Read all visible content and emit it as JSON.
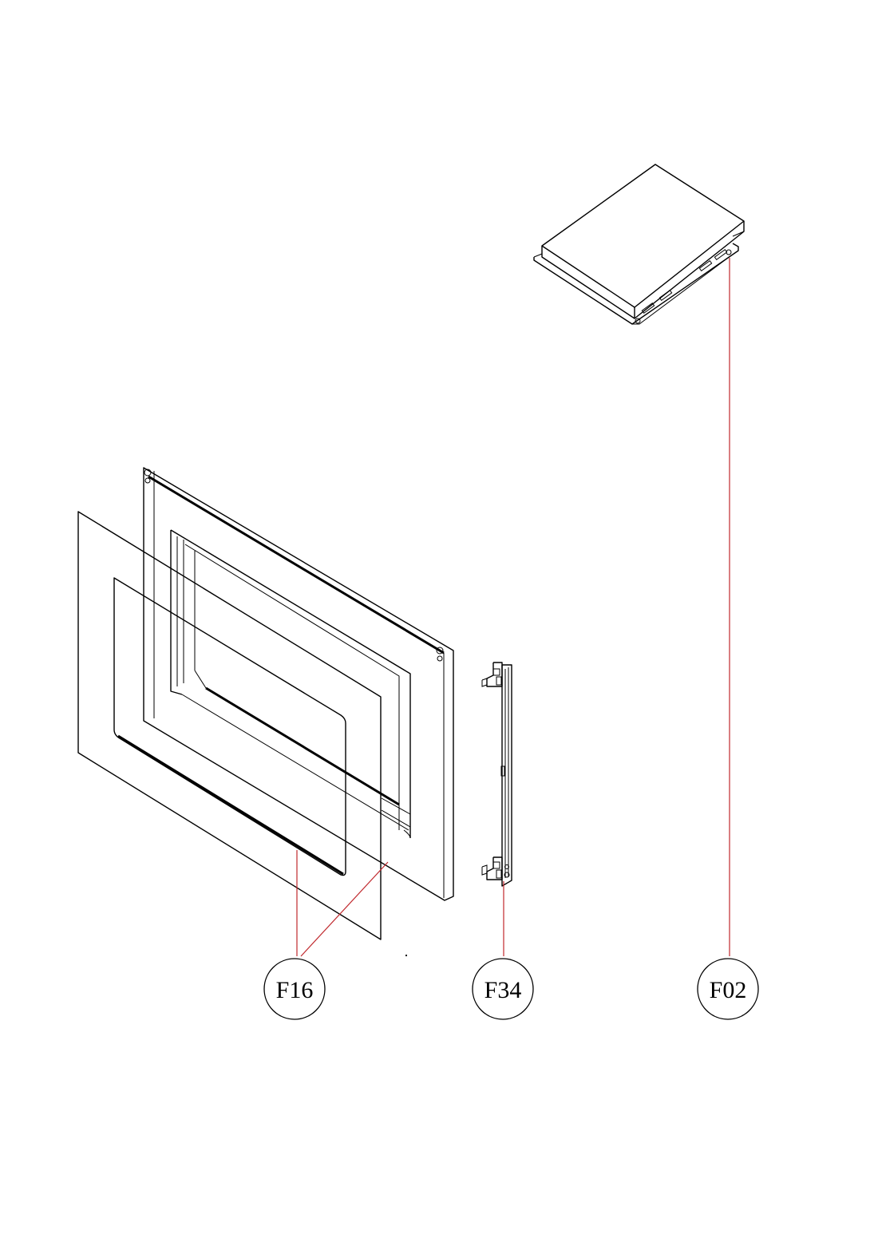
{
  "callouts": [
    {
      "id": "f16",
      "label": "F16"
    },
    {
      "id": "f34",
      "label": "F34"
    },
    {
      "id": "f02",
      "label": "F02"
    }
  ],
  "colors": {
    "line": "#000000",
    "leader": "#c0282d",
    "background": "#ffffff"
  }
}
